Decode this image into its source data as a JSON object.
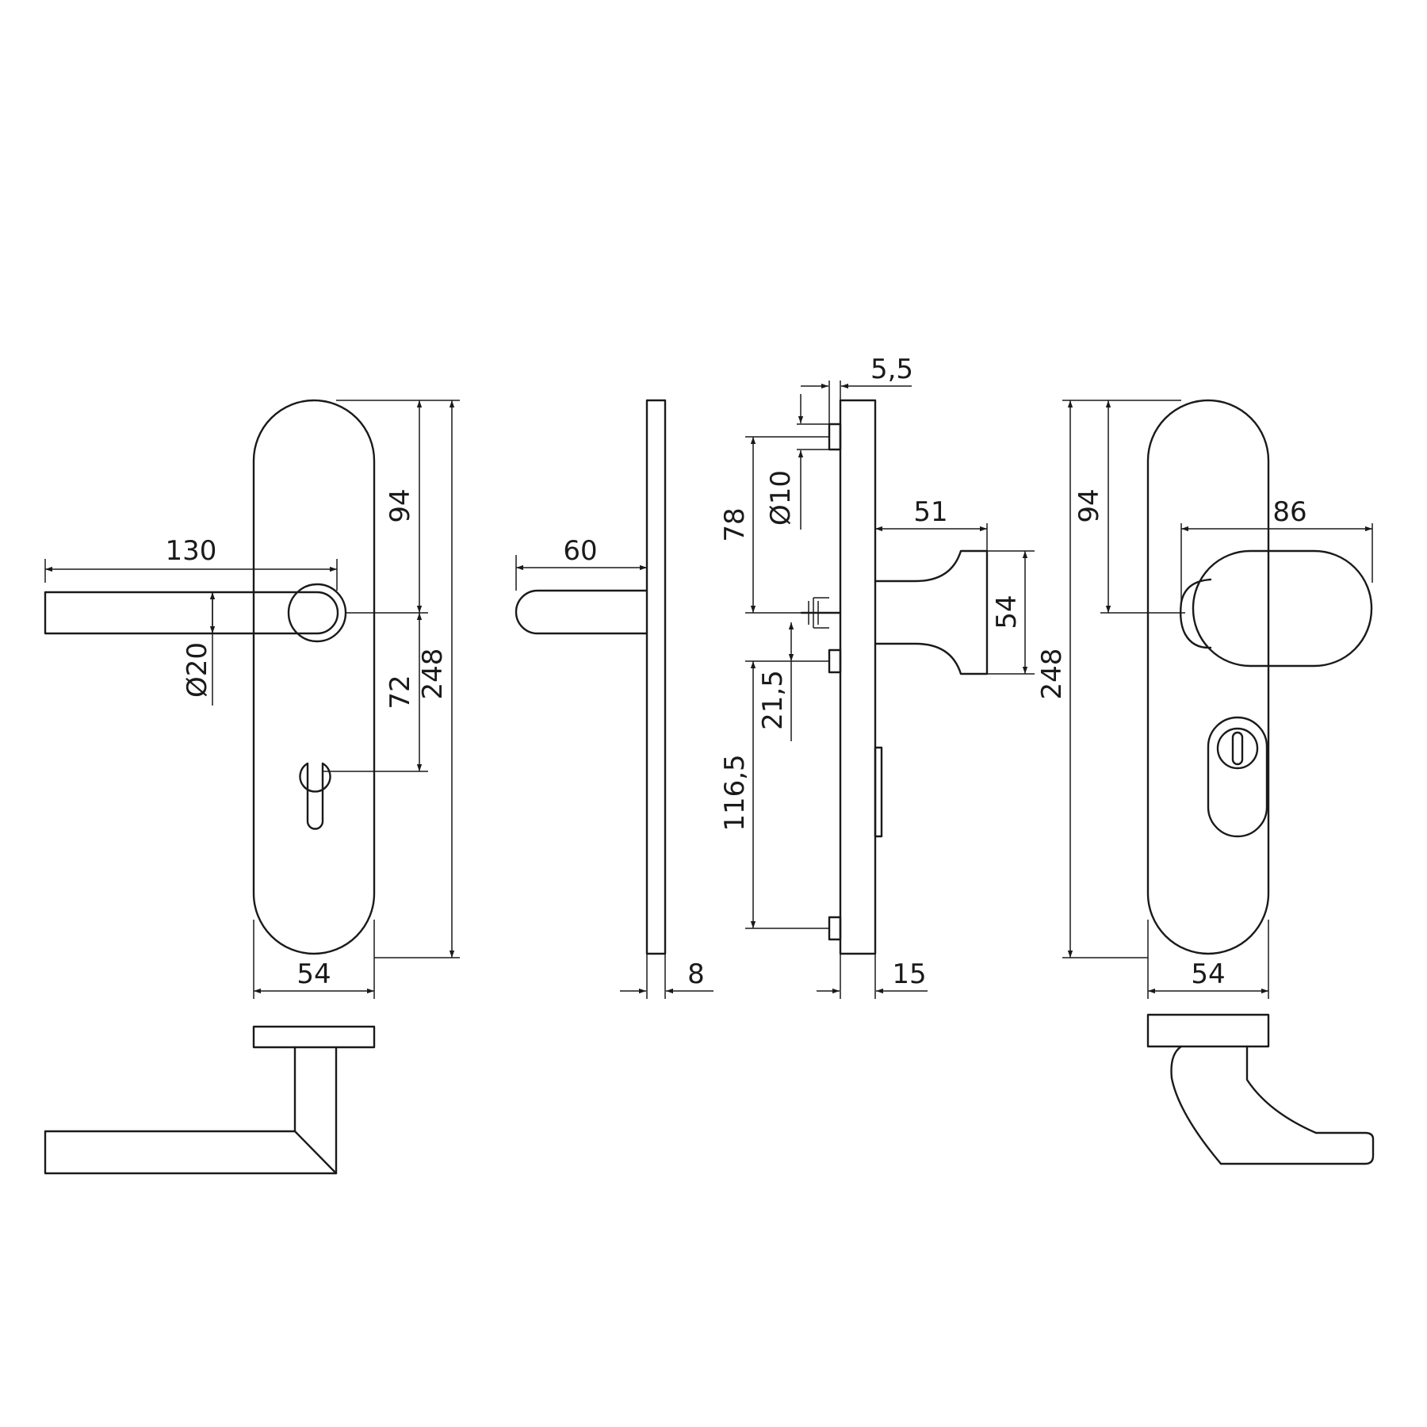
{
  "dimensions": {
    "front_lever": {
      "lever_length": "130",
      "lever_diameter": "Ø20",
      "handle_to_top": "94",
      "handle_to_keyhole": "72",
      "plate_height": "248",
      "plate_width": "54"
    },
    "side_lever": {
      "projection": "60",
      "plate_thickness": "8"
    },
    "side_knob": {
      "pin_offset": "5,5",
      "bolt_diameter": "Ø10",
      "top_bolt_to_handle": "78",
      "knob_projection": "51",
      "knob_height": "54",
      "handle_to_bolt": "21,5",
      "bolt_spacing": "116,5",
      "plate_thickness": "15"
    },
    "front_knob": {
      "knob_width": "86",
      "handle_to_top": "94",
      "plate_height": "248",
      "plate_width": "54"
    }
  },
  "colors": {
    "line": "#1a1a1a",
    "background": "#ffffff"
  }
}
